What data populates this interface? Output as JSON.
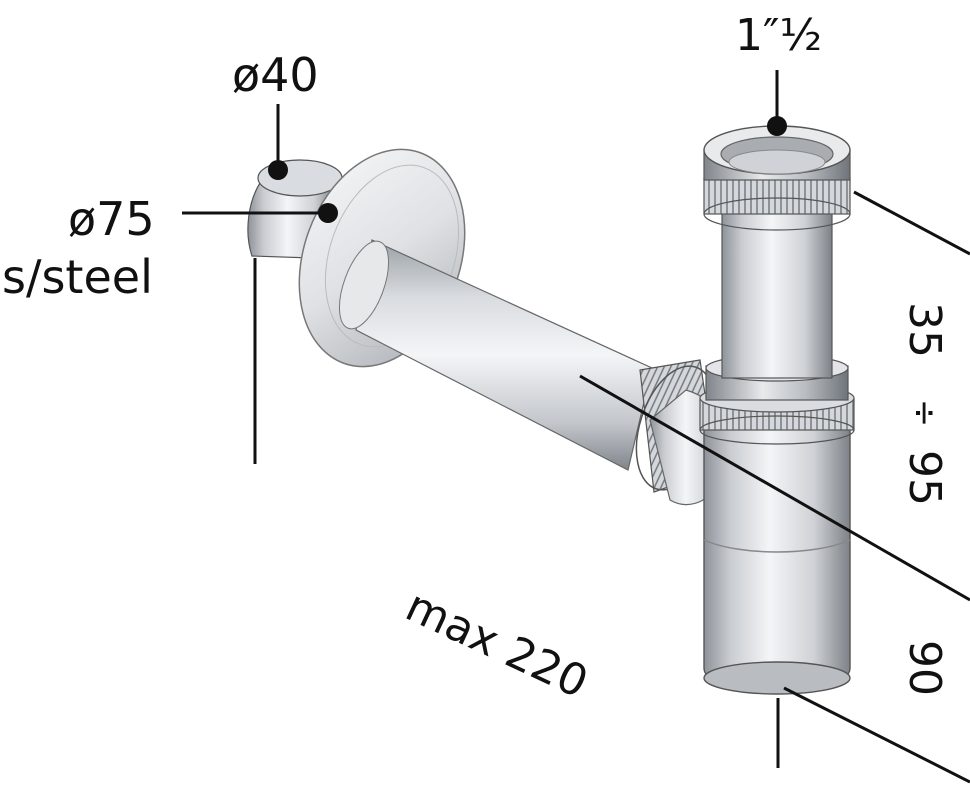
{
  "dimensions": {
    "outlet_diameter": "ø40",
    "flange_diameter": "ø75",
    "flange_material": "s/steel",
    "inlet_thread": "1″½",
    "wall_pipe_length": "max 220",
    "height_adjust_min": "35",
    "height_adjust_separator": "÷",
    "height_adjust_max": "95",
    "trap_depth": "90"
  },
  "colors": {
    "line": "#111111",
    "metal_light": "#f2f3f5",
    "metal_mid": "#c9ccd1",
    "metal_dark": "#8e9399",
    "metal_shadow": "#6f747a"
  },
  "icons": {
    "product": "bottle-trap-icon"
  }
}
